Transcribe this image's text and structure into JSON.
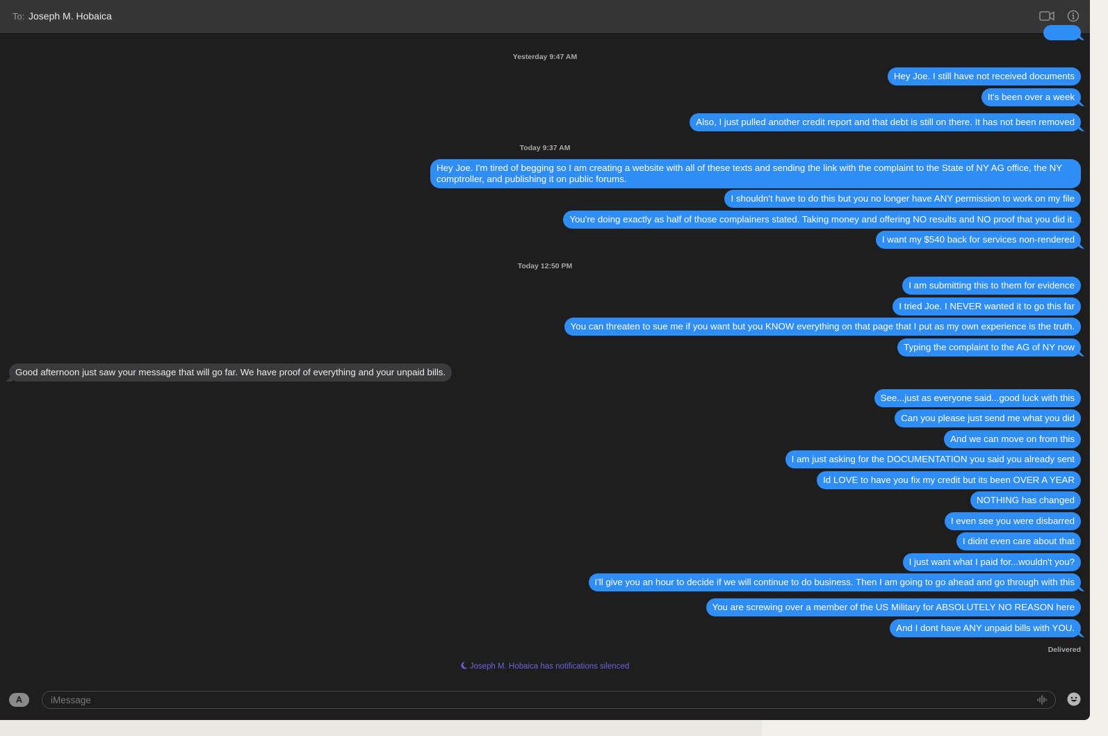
{
  "header": {
    "to_label": "To:",
    "recipient": "Joseph M. Hobaica",
    "icons": [
      "video-camera-icon",
      "info-icon"
    ]
  },
  "transcript": {
    "timestamps": [
      "Yesterday 9:47 AM",
      "Today 9:37 AM",
      "Today 12:50 PM"
    ],
    "messages": [
      {
        "from": "me",
        "text": ""
      },
      {
        "from": "me",
        "text": "Hey Joe. I still have not received documents"
      },
      {
        "from": "me",
        "text": "It's been over a week"
      },
      {
        "from": "me",
        "text": "Also, I just pulled another credit report and that debt is still on there. It has not been removed"
      },
      {
        "from": "me",
        "text": "Hey Joe. I'm tired of begging so I am creating a website with all of these texts and sending the link with the complaint to the State of NY AG office, the NY comptroller, and publishing it on public forums."
      },
      {
        "from": "me",
        "text": "I shouldn't have to do this but you no longer have ANY permission to work on my file"
      },
      {
        "from": "me",
        "text": "You're doing exactly as half of those complainers stated. Taking money and offering NO results and NO proof that you did it."
      },
      {
        "from": "me",
        "text": "I want my $540 back for services non-rendered"
      },
      {
        "from": "me",
        "text": "I am submitting this to them for evidence"
      },
      {
        "from": "me",
        "text": "I tried Joe.  I NEVER wanted it to go this far"
      },
      {
        "from": "me",
        "text": "You can threaten to sue me if you want but you KNOW everything on that page that I put as my own experience is the truth."
      },
      {
        "from": "me",
        "text": "Typing the complaint to the AG of NY now"
      },
      {
        "from": "them",
        "text": "Good afternoon just saw your message that will go far. We have proof of everything and your unpaid bills."
      },
      {
        "from": "me",
        "text": "See...just as everyone said...good luck with this"
      },
      {
        "from": "me",
        "text": "Can you please just send me what you did"
      },
      {
        "from": "me",
        "text": "And we can move on from this"
      },
      {
        "from": "me",
        "text": "I am just asking for the DOCUMENTATION you said you already sent"
      },
      {
        "from": "me",
        "text": "Id LOVE to have you fix my credit but its been OVER A YEAR"
      },
      {
        "from": "me",
        "text": "NOTHING has changed"
      },
      {
        "from": "me",
        "text": "I even see you were disbarred"
      },
      {
        "from": "me",
        "text": "I didnt even care about that"
      },
      {
        "from": "me",
        "text": "I just want what I paid for...wouldn't you?"
      },
      {
        "from": "me",
        "text": "I'll give you an hour to decide if we will continue to do business.  Then I am going to go ahead and go through with this"
      },
      {
        "from": "me",
        "text": "You are screwing over a member of the US Military for ABSOLUTELY NO REASON here"
      },
      {
        "from": "me",
        "text": "And I dont have ANY unpaid bills with YOU."
      }
    ],
    "delivered": "Delivered",
    "silenced_notice": "Joseph M. Hobaica has notifications silenced"
  },
  "composer": {
    "placeholder": "iMessage",
    "value": "",
    "apps_icon": "app-store-icon",
    "audio_icon": "waveform-icon",
    "emoji_icon": "emoji-icon"
  },
  "colors": {
    "sent": "#2f8df7",
    "received": "#3b3b3d",
    "silenced": "#6a63e0"
  }
}
